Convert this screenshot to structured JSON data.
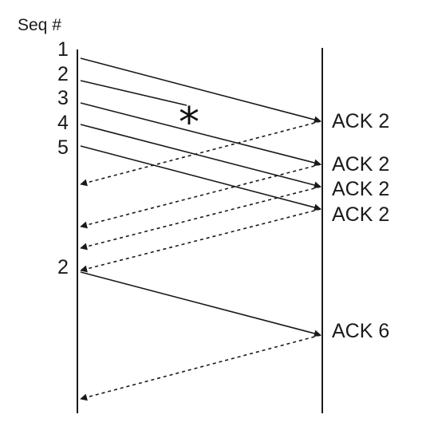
{
  "header": {
    "seq_title": "Seq #"
  },
  "sender": {
    "seq_labels": [
      "1",
      "2",
      "3",
      "4",
      "5"
    ],
    "retransmit_label": "2"
  },
  "receiver": {
    "ack_labels": [
      "ACK 2",
      "ACK 2",
      "ACK 2",
      "ACK 2"
    ],
    "final_ack_label": "ACK 6"
  },
  "loss_marker": {
    "symbol": "*"
  },
  "colors": {
    "line": "#1a1a1a",
    "background": "#ffffff"
  }
}
